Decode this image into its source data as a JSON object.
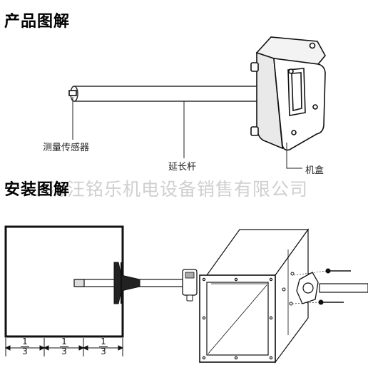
{
  "section1": {
    "title": "产品图解",
    "labels": {
      "sensor": "测量传感器",
      "rod": "延长杆",
      "box": "机盒"
    }
  },
  "section2": {
    "title": "安装图解",
    "watermark": "上海汪铭乐机电设备销售有限公司",
    "fractions": [
      {
        "numerator": "1",
        "denominator": "3"
      },
      {
        "numerator": "1",
        "denominator": "3"
      },
      {
        "numerator": "1",
        "denominator": "3"
      }
    ]
  }
}
